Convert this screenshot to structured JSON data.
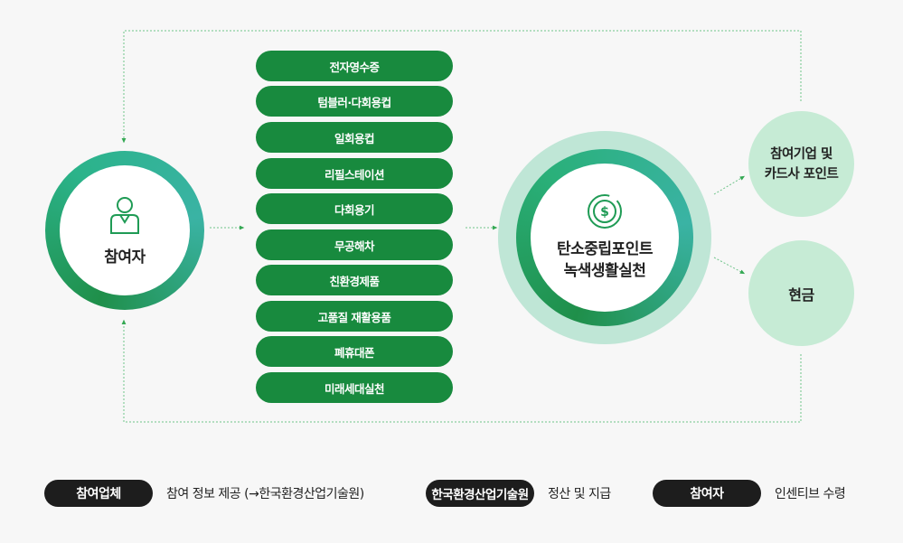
{
  "participant": {
    "label": "참여자"
  },
  "actions": [
    "전자영수증",
    "텀블러·다회용컵",
    "일회용컵",
    "리필스테이션",
    "다회용기",
    "무공해차",
    "친환경제품",
    "고품질 재활용품",
    "폐휴대폰",
    "미래세대실천"
  ],
  "center": {
    "line1": "탄소중립포인트",
    "line2": "녹색생활실천"
  },
  "reward_card": {
    "line1": "참여기업 및",
    "line2": "카드사 포인트"
  },
  "reward_cash": {
    "label": "현금"
  },
  "legend": [
    {
      "badge": "참여업체",
      "text": "참여 정보 제공 (→한국환경산업기술원)"
    },
    {
      "badge": "한국환경산업기술원",
      "text": "정산 및 지급"
    },
    {
      "badge": "참여자",
      "text": "인센티브 수령"
    }
  ],
  "colors": {
    "green_dark": "#188a3e",
    "teal": "#3ab3a4",
    "mint": "#c6ebd5",
    "mint_outer": "#bfe6d6"
  },
  "icons": [
    "person-icon",
    "coin-icon"
  ]
}
